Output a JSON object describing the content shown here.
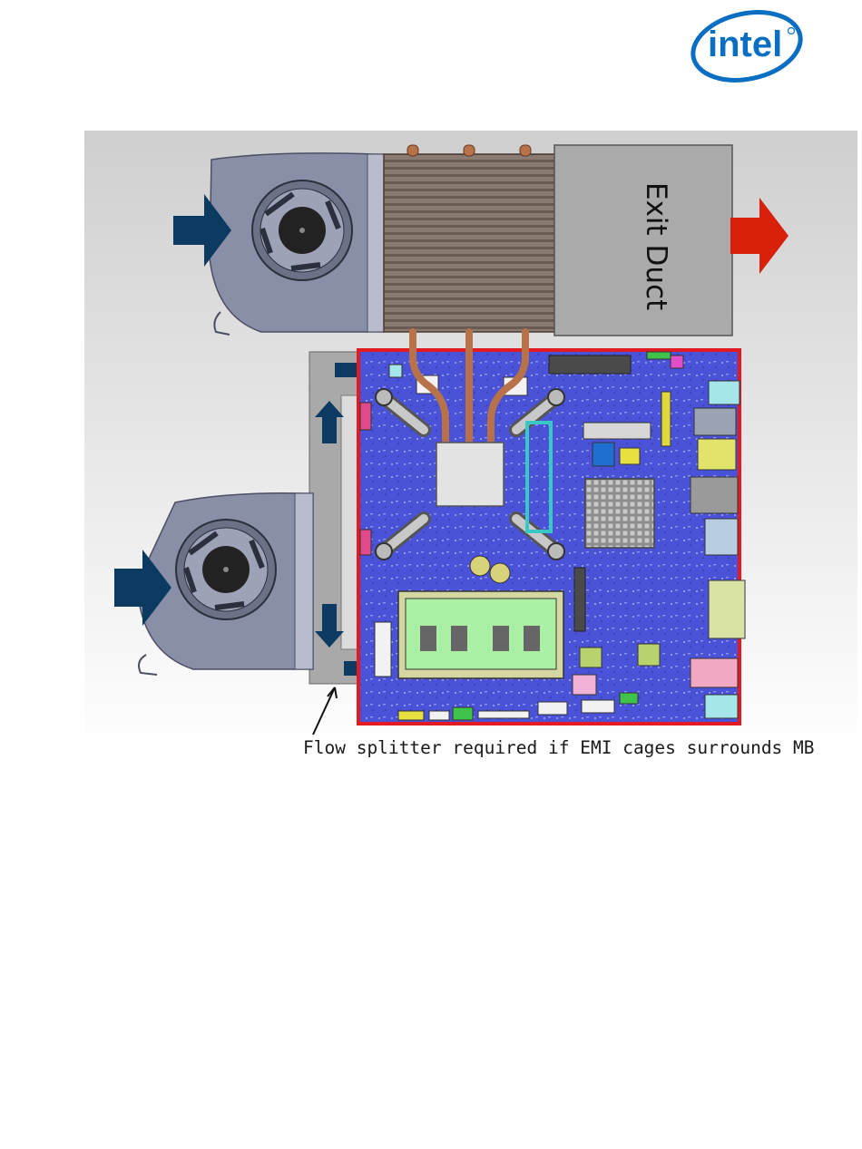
{
  "logo": {
    "text": "intel"
  },
  "diagram": {
    "exit_duct_label": "Exit Duct",
    "caption": "Flow splitter required if EMI cages surrounds MB",
    "colors": {
      "intake_arrow": "#0c3a61",
      "exhaust_arrow": "#d8200a",
      "board": "#4a52d8",
      "board_outline": "#e21b23",
      "heat_pipe": "#b8724a",
      "fan_housing": "#8a8fa8"
    }
  }
}
